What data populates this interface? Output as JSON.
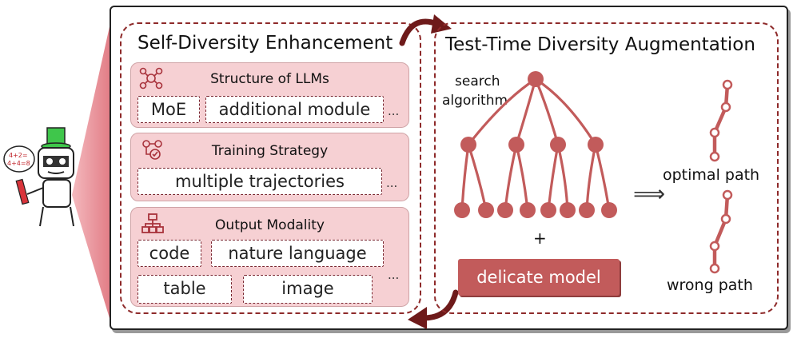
{
  "left_panel": {
    "title": "Self-Diversity Enhancement",
    "groups": [
      {
        "title": "Structure of LLMs",
        "icon": "network-nodes-icon",
        "items": [
          "MoE",
          "additional module"
        ],
        "more": "..."
      },
      {
        "title": "Training Strategy",
        "icon": "workflow-icon",
        "items": [
          "multiple trajectories"
        ],
        "more": "..."
      },
      {
        "title": "Output Modality",
        "icon": "hierarchy-icon",
        "items": [
          "code",
          "nature language",
          "table",
          "image"
        ],
        "more": "..."
      }
    ]
  },
  "right_panel": {
    "title": "Test-Time Diversity Augmentation",
    "search_label": "search\nalgorithm",
    "search_line1": "search",
    "search_line2": "algorithm",
    "plus": "+",
    "model_button": "delicate model",
    "arrow": "⟹",
    "optimal_path": "optimal path",
    "wrong_path": "wrong path"
  },
  "badge_lines": [
    "4+2=",
    "4+4=8"
  ],
  "colors": {
    "accent": "#c25b5b",
    "dark_red": "#7a2630",
    "pink": "#f6d0d3",
    "arrow": "#6e1a1a"
  }
}
